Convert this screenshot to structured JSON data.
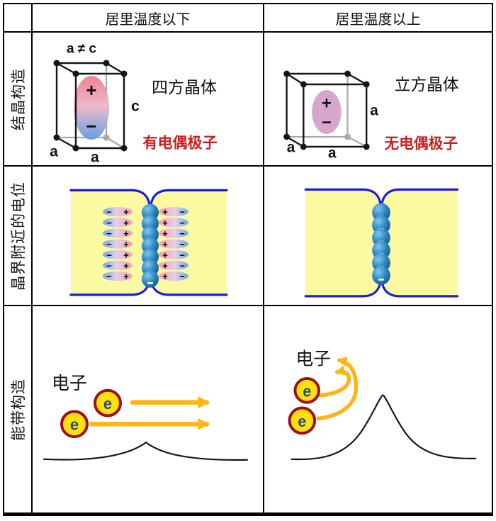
{
  "header": {
    "below": "居里温度以下",
    "above": "居里温度以上"
  },
  "crystal": {
    "label": "结晶构造",
    "below": {
      "note": "a ≠ c",
      "plus": "+",
      "minus": "−",
      "name": "四方晶体",
      "dipole_note": "有电偶极子",
      "a_left": "a",
      "a_bottom": "a",
      "c_right": "c"
    },
    "above": {
      "plus": "+",
      "minus": "−",
      "name": "立方晶体",
      "dipole_note": "无电偶极子",
      "a_left": "a",
      "a_bottom": "a",
      "a_right": "a"
    }
  },
  "potential": {
    "label": "晶界附近的电位",
    "below": {
      "dipole_rows": 7,
      "spheres": 7,
      "plus": "+",
      "minus": "−"
    },
    "above": {
      "spheres": 6
    }
  },
  "band": {
    "label": "能带构造",
    "below": {
      "electron_label": "电子",
      "e": "e"
    },
    "above": {
      "electron_label": "电子",
      "e": "e"
    }
  },
  "colors": {
    "red_text": "#cf1d1d",
    "grain_yellow": "#fbf9a2",
    "grain_blue": "#1b1be0",
    "arrow_orange": "#ffb414",
    "electron_fill": "#ffdf0e",
    "electron_border": "#9e0f14",
    "e_letter": "#225080",
    "line_dark": "#151515",
    "line_gray": "#a9a9a9",
    "tetra_top": "#ef8392",
    "tetra_mid": "#edb9cc",
    "tetra_bottom": "#63a0e6",
    "cubic_ellipse": "#d6a6cd",
    "dip_blue": "#6da8e8",
    "dip_pale": "#e3cfe6",
    "dip_pink": "#f79fb2",
    "sphere_hi": "#7ec8f0",
    "sphere_mid": "#2f86c2",
    "sphere_lo": "#0d4f82"
  }
}
